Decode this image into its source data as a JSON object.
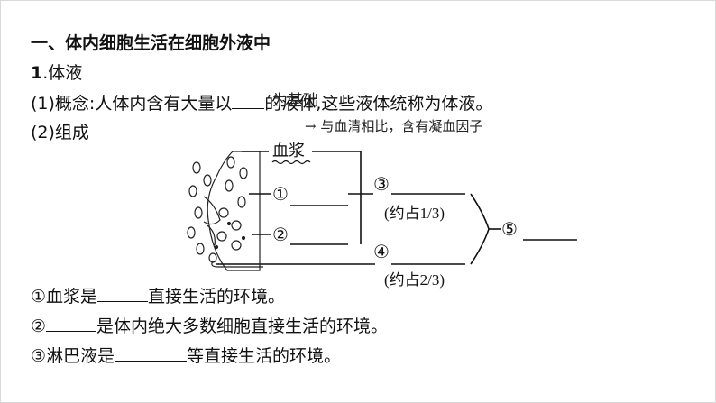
{
  "section_heading": "一、体内细胞生活在细胞外液中",
  "subheading": {
    "num": "1",
    "text": ".体液"
  },
  "concept": {
    "prefix": "(1)概念:人体内含有大量以",
    "handwritten": "为基础",
    "suffix": "的液体,这些液体统称为体液。"
  },
  "composition_label": "(2)组成",
  "annotation": "与血清相比，含有凝血因子",
  "diagram": {
    "plasma": "血浆",
    "mark1": "①",
    "mark2": "②",
    "mark3": "③",
    "mark4": "④",
    "mark5": "⑤",
    "ratio1": "(约占1/3)",
    "ratio2": "(约占2/3)"
  },
  "statements": [
    {
      "pre": "①血浆是",
      "post": "直接生活的环境。"
    },
    {
      "pre": "②",
      "post": "是体内绝大多数细胞直接生活的环境。"
    },
    {
      "pre": "③淋巴液是",
      "post": "等直接生活的环境。"
    }
  ]
}
